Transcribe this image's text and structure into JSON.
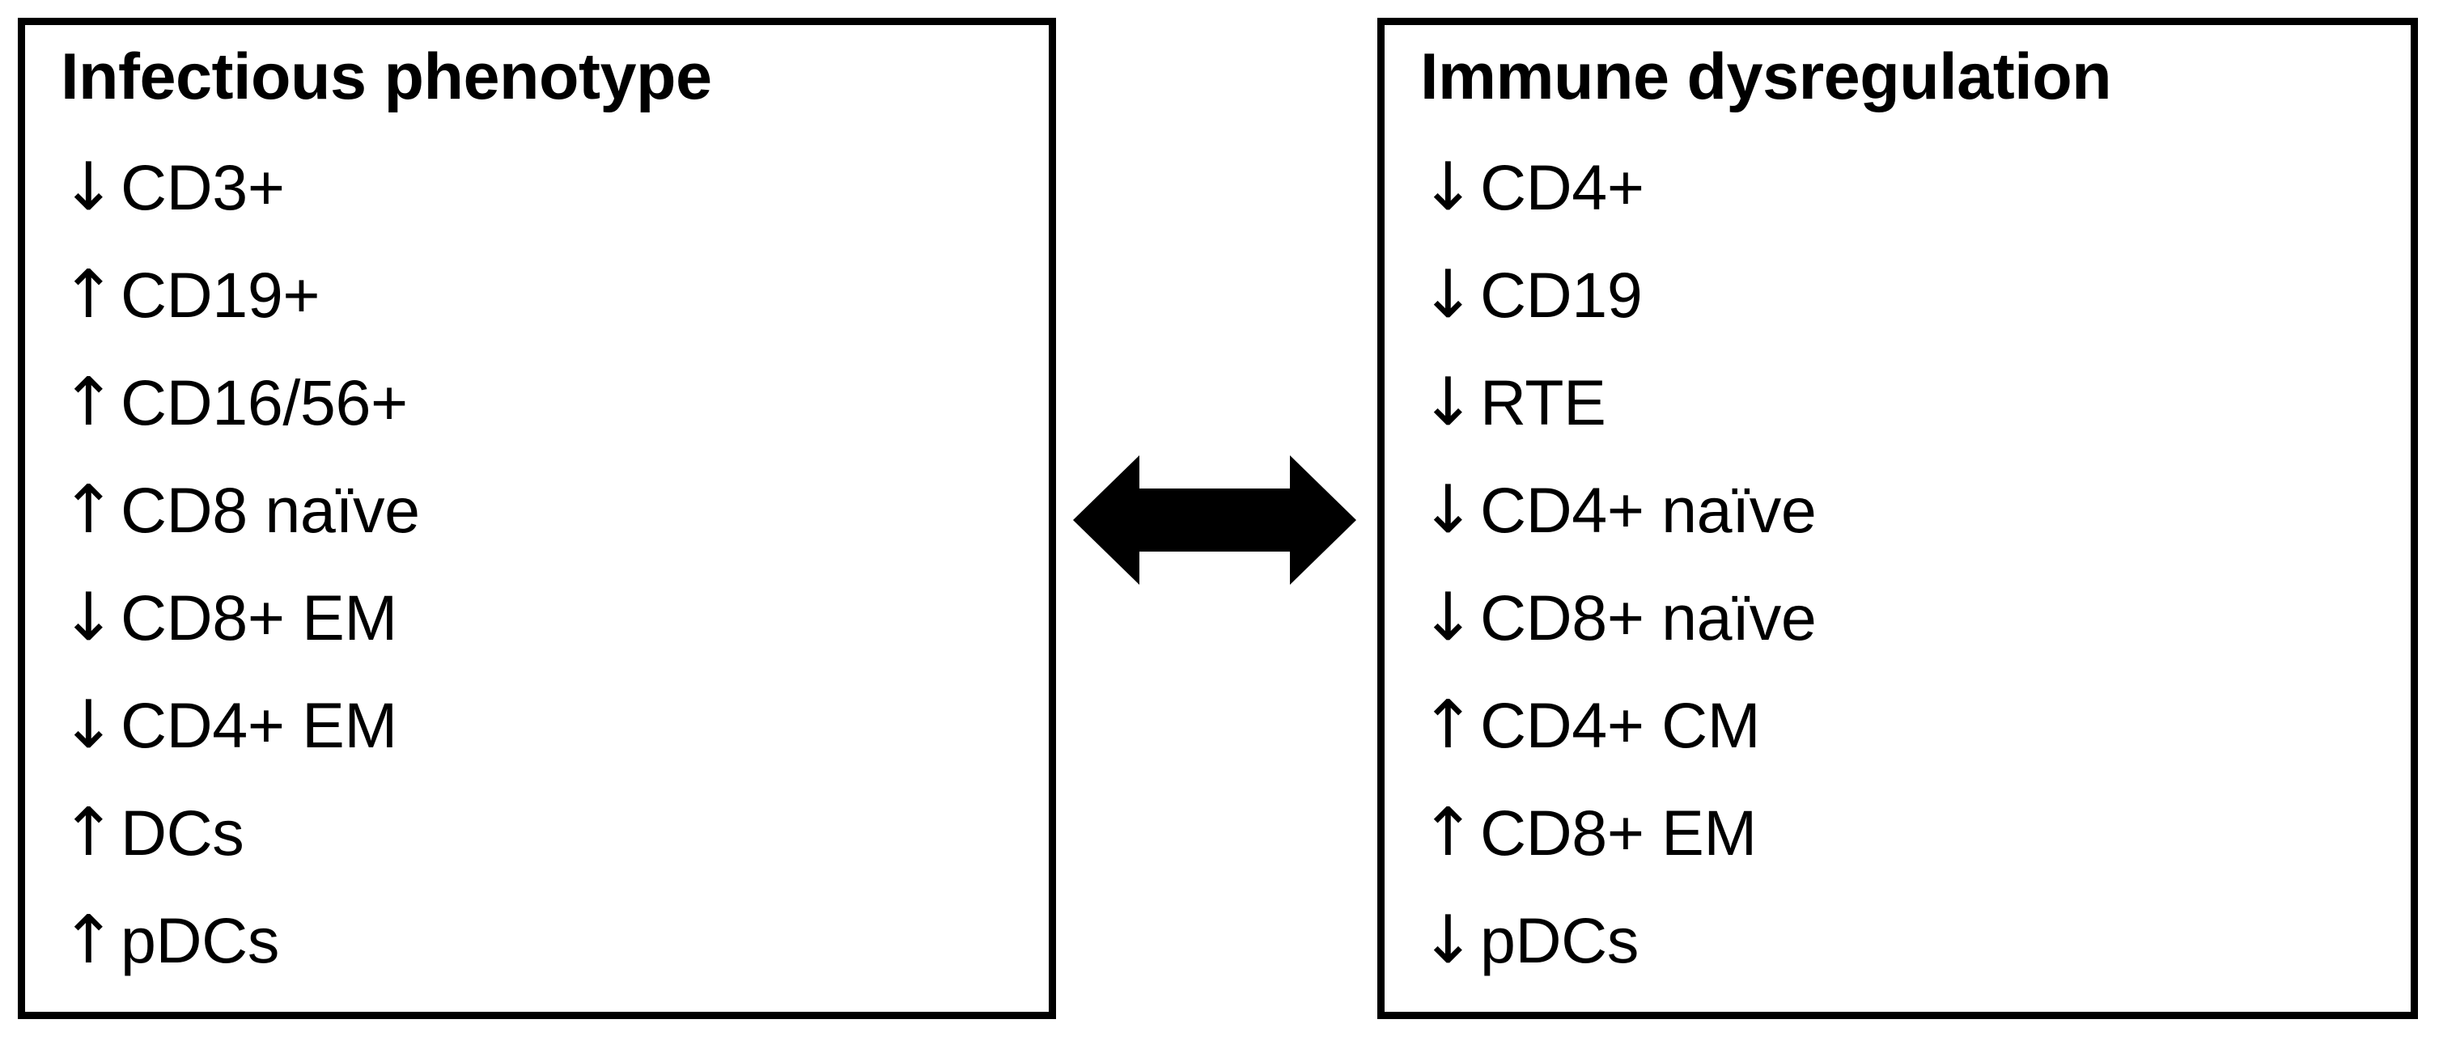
{
  "figure": {
    "panels": [
      {
        "id": "infectious-phenotype",
        "title": "Infectious phenotype",
        "findings": [
          {
            "direction": "↓",
            "marker": "CD3+"
          },
          {
            "direction": "↑",
            "marker": "CD19+"
          },
          {
            "direction": "↑",
            "marker": "CD16/56+"
          },
          {
            "direction": "↑",
            "marker": "CD8 naïve"
          },
          {
            "direction": "↓",
            "marker": "CD8+ EM"
          },
          {
            "direction": "↓",
            "marker": "CD4+ EM"
          },
          {
            "direction": "↑",
            "marker": "DCs"
          },
          {
            "direction": "↑",
            "marker": "pDCs"
          }
        ]
      },
      {
        "id": "immune-dysregulation",
        "title": "Immune dysregulation",
        "findings": [
          {
            "direction": "↓",
            "marker": "CD4+"
          },
          {
            "direction": "↓",
            "marker": "CD19"
          },
          {
            "direction": "↓",
            "marker": "RTE"
          },
          {
            "direction": "↓",
            "marker": "CD4+ naïve"
          },
          {
            "direction": "↓",
            "marker": "CD8+ naïve"
          },
          {
            "direction": "↑",
            "marker": "CD4+ CM"
          },
          {
            "direction": "↑",
            "marker": "CD8+ EM"
          },
          {
            "direction": "↓",
            "marker": "pDCs"
          }
        ]
      }
    ],
    "connector": {
      "icon": "double-headed-horizontal-arrow",
      "color": "#000000"
    },
    "colors": {
      "border": "#000000",
      "text": "#000000",
      "background": "#ffffff"
    }
  }
}
